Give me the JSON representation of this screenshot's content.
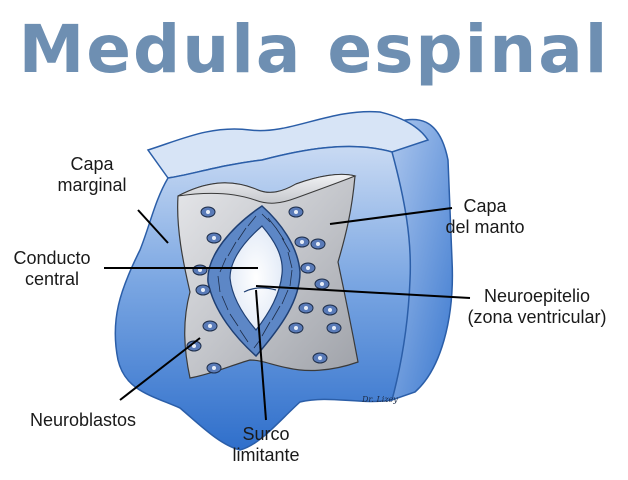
{
  "title": "Medula espinal",
  "colors": {
    "title": "#6e8fb2",
    "outer_blue": "#4d86d6",
    "light_blue": "#a9c6ee",
    "gray_mantle": "#b9bcc2",
    "label_text": "#1a1a1a"
  },
  "labels": {
    "capa_marginal": [
      "Capa",
      "marginal"
    ],
    "conducto_central": [
      "Conducto",
      "central"
    ],
    "neuroblastos": "Neuroblastos",
    "capa_del_manto": [
      "Capa",
      "del manto"
    ],
    "neuroepitelio": [
      "Neuroepitelio",
      "(zona ventricular)"
    ],
    "surco_limitante": [
      "Surco",
      "limitante"
    ]
  },
  "signature": "Dr. Lizey"
}
